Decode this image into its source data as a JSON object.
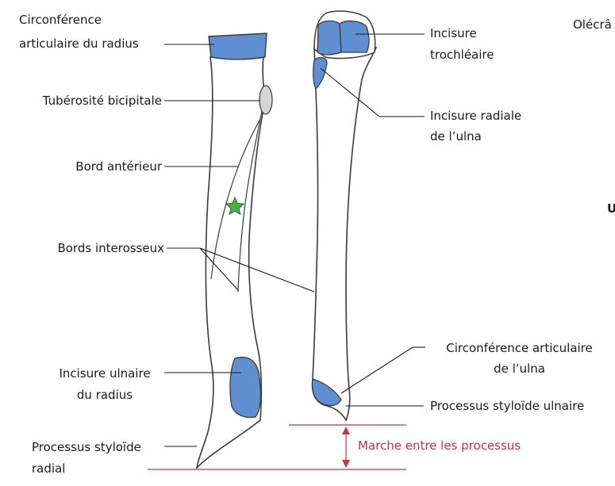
{
  "colors": {
    "articular": "#5f8fd0",
    "tuberosity": "#d4d6d8",
    "bone_outline": "#3a3a3a",
    "leader_line": "#1a1a1a",
    "marker": "#d0303a",
    "star": "#4cae4c"
  },
  "icons": {
    "star": "star-icon"
  },
  "labels": {
    "circ_radius_l1": "Circonférence",
    "circ_radius_l2": "articulaire du radius",
    "tuberosite": "Tubérosité bicipitale",
    "bord_anterieur": "Bord antérieur",
    "bords_interosseux": "Bords interosseux",
    "incisure_ulnaire_l1": "Incisure ulnaire",
    "incisure_ulnaire_l2": "du radius",
    "styloide_radial_l1": "Processus styloïde",
    "styloide_radial_l2": "radial",
    "incisure_troch_l1": "Incisure",
    "incisure_troch_l2": "trochléaire",
    "incisure_radiale_l1": "Incisure radiale",
    "incisure_radiale_l2": "de l’ulna",
    "circ_ulna_l1": "Circonférence articulaire",
    "circ_ulna_l2": "de l’ulna",
    "styloide_ulnaire": "Processus styloïde ulnaire",
    "marche": "Marche entre les processus",
    "olecrane_partial": "Olécrâ",
    "u_partial": "U"
  }
}
